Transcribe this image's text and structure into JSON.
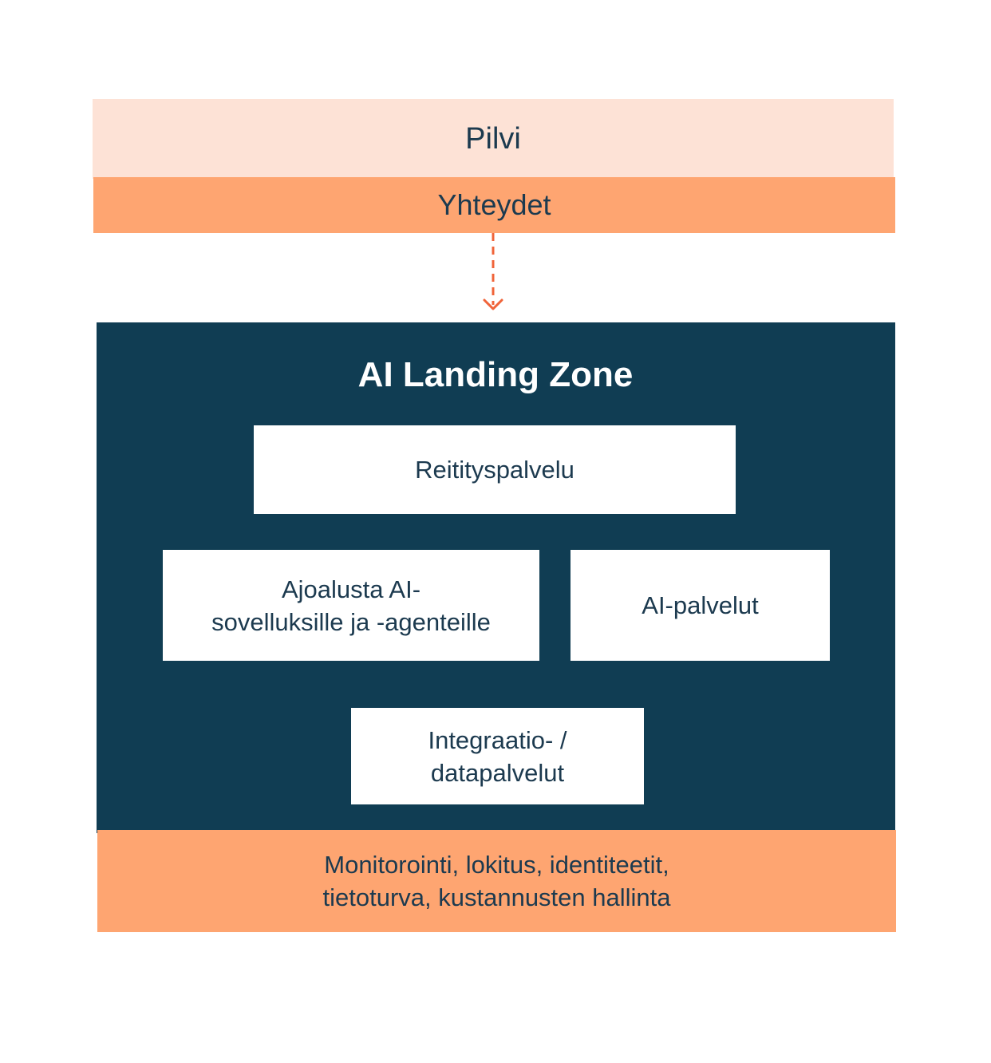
{
  "diagram": {
    "cloud_label": "Pilvi",
    "connections_label": "Yhteydet",
    "zone_title": "AI Landing Zone",
    "routing_label": "Reitityspalvelu",
    "runtime_label_line1": "Ajoalusta AI-",
    "runtime_label_line2": "sovelluksille ja -agenteille",
    "ai_services_label": "AI-palvelut",
    "integration_label_line1": "Integraatio- /",
    "integration_label_line2": "datapalvelut",
    "foundation_label_line1": "Monitorointi, lokitus, identiteetit,",
    "foundation_label_line2": "tietoturva, kustannusten hallinta"
  },
  "colors": {
    "cloud_band": "#fde2d6",
    "accent_orange": "#fea571",
    "zone_navy": "#103d53",
    "arrow": "#f0643a",
    "text_dark": "#1c3a4f"
  },
  "icons": {
    "connector": "dashed-down-arrow-icon"
  }
}
